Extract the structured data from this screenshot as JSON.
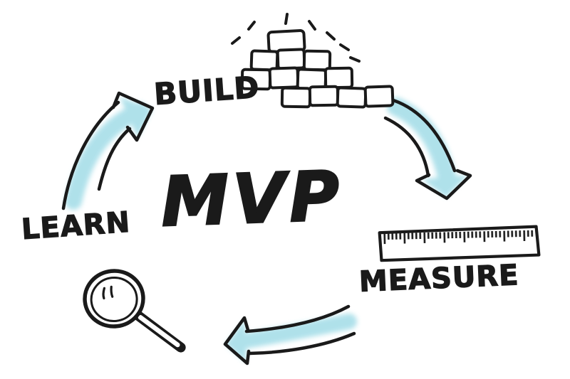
{
  "diagram": {
    "center_label": "MVP",
    "cycle": [
      {
        "label": "BUILD",
        "icon": "brick-wall-icon"
      },
      {
        "label": "MEASURE",
        "icon": "ruler-icon"
      },
      {
        "label": "LEARN",
        "icon": "magnifying-glass-icon"
      }
    ],
    "arrows": [
      {
        "from": "LEARN",
        "to": "BUILD"
      },
      {
        "from": "BUILD",
        "to": "MEASURE"
      },
      {
        "from": "MEASURE",
        "to": "LEARN"
      }
    ],
    "colors": {
      "ink": "#1a1a1a",
      "arrow_fill": "#a9dfe9",
      "background": "#ffffff"
    }
  }
}
